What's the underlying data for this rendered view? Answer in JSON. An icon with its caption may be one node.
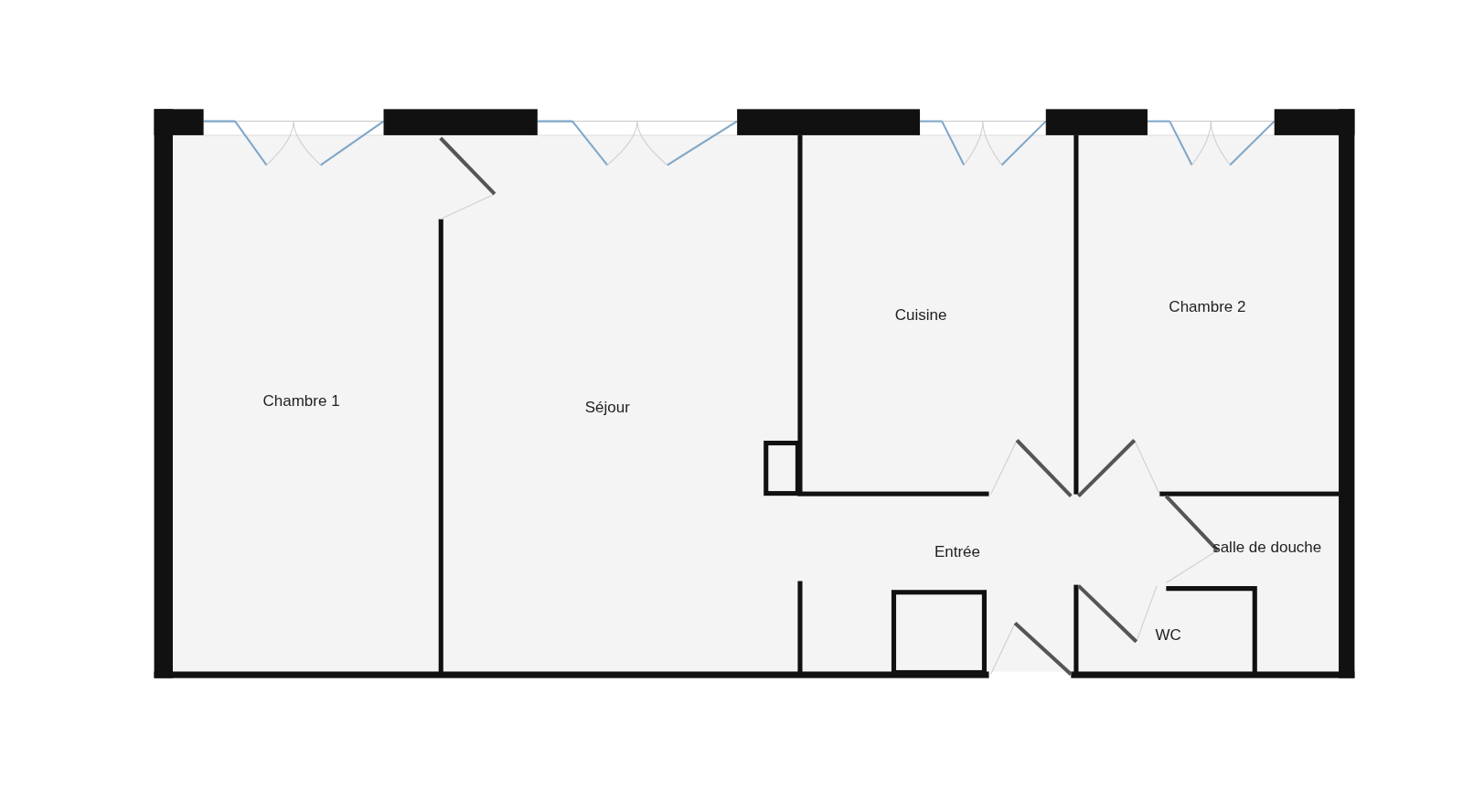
{
  "diagram": {
    "labels": [
      "Chambre 1",
      "Séjour",
      "Cuisine",
      "Chambre 2",
      "Entrée",
      "salle de douche",
      "WC"
    ]
  }
}
